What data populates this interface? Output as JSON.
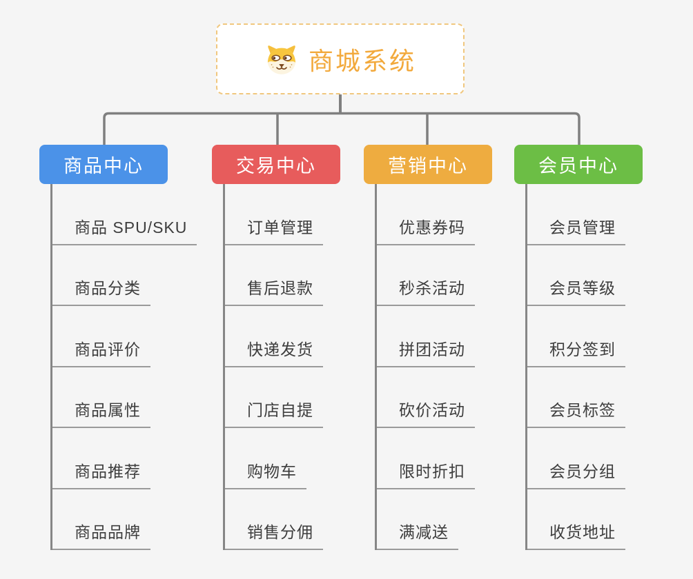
{
  "page": {
    "background": "#f5f5f5",
    "connector_color": "#7f7f7f"
  },
  "root": {
    "title": "商城系统",
    "icon": "dog-face-icon",
    "title_color": "#f2a93c",
    "border_color": "#f0c77e"
  },
  "branches": [
    {
      "label": "商品中心",
      "color": "#4b92e8",
      "children": [
        "商品 SPU/SKU",
        "商品分类",
        "商品评价",
        "商品属性",
        "商品推荐",
        "商品品牌"
      ]
    },
    {
      "label": "交易中心",
      "color": "#e75c5c",
      "children": [
        "订单管理",
        "售后退款",
        "快递发货",
        "门店自提",
        "购物车",
        "销售分佣"
      ]
    },
    {
      "label": "营销中心",
      "color": "#eeac40",
      "children": [
        "优惠券码",
        "秒杀活动",
        "拼团活动",
        "砍价活动",
        "限时折扣",
        "满减送"
      ]
    },
    {
      "label": "会员中心",
      "color": "#6cbe45",
      "children": [
        "会员管理",
        "会员等级",
        "积分签到",
        "会员标签",
        "会员分组",
        "收货地址"
      ]
    }
  ]
}
